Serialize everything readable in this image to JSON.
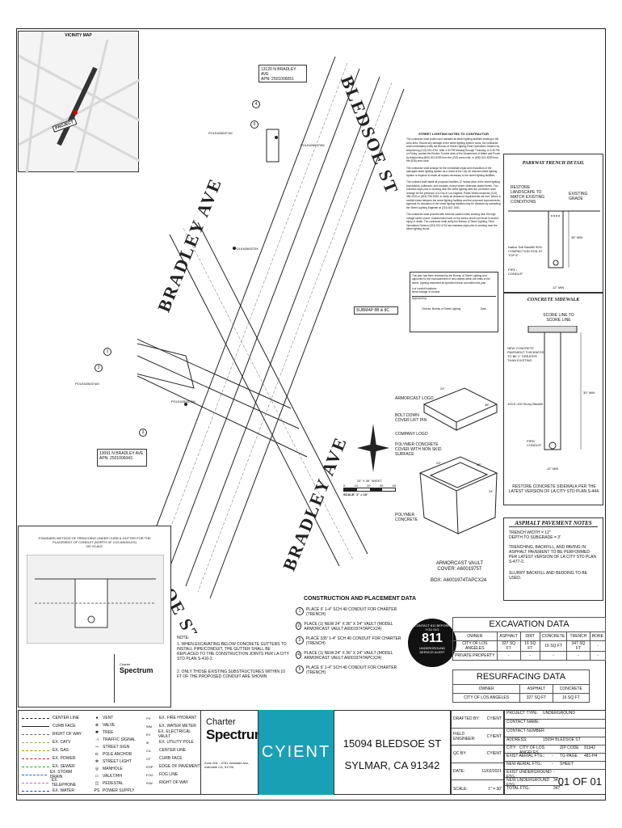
{
  "vicinity": {
    "title": "VICINITY MAP",
    "pin_label": "PROJECT"
  },
  "parcels": {
    "north": {
      "addr": "13120 N BRADLEY AVE",
      "apn": "APN: 2501006051"
    },
    "south": {
      "addr": "13091 N BRADLEY AVE",
      "apn": "APN: 2501006043"
    }
  },
  "streets": {
    "bledsoe": "BLEDSOE ST",
    "bradley": "BRADLEY AVE"
  },
  "markers": [
    "1",
    "2",
    "3",
    "4",
    "5"
  ],
  "pole_labels": [
    "POLE#286371M",
    "POLE#286370M",
    "POLE#286372M",
    "POLE#286374M",
    "POLE#286373M"
  ],
  "submap": "SUBMAP 8B & 8C",
  "street_notes": {
    "title": "STREET LIGHTING NOTES TO CONTRACTOR",
    "paragraphs": [
      "The contractor shall protect and maintain all street lighting facilities existing in the work area. Should any damage to the street lighting system occur, the contractor shall immediately notify the Bureau of Street Lighting Field Operations Division by telephoning (213) 913-4744. After 4:30 PM Monday through Thursday, or 3:30 PM on Friday, contact the Electric Trouble desk of the Department of Water and Power by telephoning (800) 821-8259 from the (213) area code, or (800) 821-8259 from the (818) area code.",
      "The contractor shall arrange for the immediate repair and restoration of the damaged street lighting system as a result of the City. All restored street lighting system is required to make all repairs necessary to the street lighting facilities.",
      "The contract shall install all proposed facilities 12 inches clear of the street lighting foundations, pullboxes, and conduits, except where otherwise stated herein. Two business days prior to working near the street lighting sites the contractor shall arrange for the presence of a City of Los Angeles, Public Works Inspector (213) 485-0000 or (818) 756-9185, to verify all clearance requirements are met. Where a conflict exists between the street lighting facilities and the proposed improvements, approval for relocation of the street lighting facilities may be obtained by contacting the Street Lighting Engineer at (213) 847-1551.",
      "The contractor shall proceed with extreme caution when working near the high voltage series circuit. Unauthorized work on the series circuit can result in severe injury or death. The contractor shall notify the Bureau of Street Lighting, Field Operations Division (323) 913-4744 two business days prior to working near the street lighting circuit."
    ],
    "review": "This plan has been reviewed by the Bureau of Street Lighting and approved for the encroachment of new utilities within the limits of the street. Lighting easement as specified herein and within this plan.",
    "conduit": "# of conduit locations:",
    "footage": "linear footage of conduit:",
    "approved": "Approved by:",
    "director": "Director, Bureau of Street Lighting",
    "date": "Date"
  },
  "parkway": {
    "title": "PARKWAY TRENCH DETAIL",
    "restore": "RESTORE LANDSCAPE TO MATCH EXISTING CONDITIONS",
    "existing": "EXISTING GRADE",
    "native": "Native Soil Backfill 90% COMPACTION SOIL AT TOP 6\"",
    "pipe": "PIPE / CONDUIT",
    "width": "12\" MIN",
    "depth": "36\" MIN"
  },
  "sidewalk": {
    "title": "CONCRETE SIDEWALK",
    "score": "SCORE LINE TO SCORE LINE",
    "new_concrete": "NEW CONCRETE PAVEMENT THICKNESS TO BE 1\" GREATER THAN EXISTING",
    "slurry": "100-E-100 Slurry Backfill",
    "pipe": "PIPE/ CONDUIT",
    "width": "12\" MIN",
    "depth": "30\" MIN",
    "restore": "RESTORE CONCRETE SIDEWALK PER THE LATEST VERSION OF LA CITY STD PLAN S-444."
  },
  "asphalt": {
    "title": "ASPHALT PAVEMENT NOTES",
    "lines": [
      "TRENCH WIDTH = 12\"",
      "DEPTH TO SUBGRADE = 3'",
      "TRENCHING, BACKFILL, AND PAVING IN ASPHALT PAVEMENT TO BE PERFORMED PER LATEST VERSION OF LA CITY STD PLAN S-477-2.",
      "SLURRY BACKFILL AND BEDDING TO BE USED."
    ]
  },
  "vault": {
    "labels": [
      "ARMORCAST LOGO",
      "BOLT DOWN COVER LIFT PIN",
      "COMPANY LOGO",
      "POLYMER CONCRETE COVER WITH NON SKID SURFACE",
      "POLYMER CONCRETE"
    ],
    "dims": [
      "24\"",
      "36\"",
      "24\"",
      "36\"",
      "24\""
    ],
    "cover": "ARMORCAST VAULT COVER: A6001975T",
    "box": "BOX: A6001974TAPCX24"
  },
  "scale": {
    "sheet": "24\" X 36\" SHEET",
    "ticks": [
      "0",
      "10",
      "20",
      "30",
      "40"
    ],
    "label": "SCALE: 1\" = 10'"
  },
  "standard": {
    "title": "STANDARD METHOD OF TRENCHING UNDER CURB & GUTTER FOR THE PLACEMENT OF CONDUIT (NORTH OF LOS ANGELES)",
    "scale": "NO SCALE"
  },
  "notes": {
    "title": "NOTE:",
    "items": [
      "1. WHEN EXCAVATING BELOW CONCRETE GUTTERS TO INSTALL PIPE/CONDUIT, THE GUTTER SHALL BE REPLACED TO THE CONSTRUCTION JOINTS PER LA CITY STD PLAN S-410-2.",
      "2. ONLY THOSE EXISTING SUBSTRUCTURES WITHIN 10 FT OF THE PROPOSED CONDUIT ARE SHOWN"
    ]
  },
  "construction": {
    "title": "CONSTRUCTION AND PLACEMENT DATA",
    "items": [
      {
        "n": "1",
        "text": "PLACE 6' 1-4\" SCH 40 CONDUIT FOR CHARTER (TRENCH)"
      },
      {
        "n": "2",
        "text": "PLACE (1) NEW 24\" X 36\" X 24\" VAULT (MODEL ARMORCAST VAULT A6001974TAPCX24)"
      },
      {
        "n": "3",
        "text": "PLACE 335' 1-4\" SCH 40 CONDUIT FOR CHARTER (TRENCH)"
      },
      {
        "n": "4",
        "text": "PLACE (1) NEW 24\" X 36\" X 24\" VAULT (MODEL ARMORCAST VAULT A6001974TAPCX24)"
      },
      {
        "n": "5",
        "text": "PLACE 6' 1-4\" SCH 40 CONDUIT FOR CHARTER (TRENCH)"
      }
    ]
  },
  "badge": {
    "number": "811",
    "top": "CONTACT 811 BEFORE YOU DIG",
    "bottom": "UNDERGROUND SERVICE ALERT"
  },
  "excavation": {
    "title": "EXCAVATION DATA",
    "headers": [
      "OWNER",
      "ASPHALT",
      "DIRT",
      "CONCRETE",
      "TRENCH",
      "BORE"
    ],
    "rows": [
      [
        "CITY OF LOS ANGELES",
        "327 SQ FT",
        "16 SQ FT",
        "16 SQ FT",
        "347 SQ FT",
        "-"
      ],
      [
        "PRIVATE PROPERTY",
        "-",
        "-",
        "-",
        "-",
        "-"
      ]
    ]
  },
  "resurfacing": {
    "title": "RESURFACING DATA",
    "headers": [
      "OWNER",
      "ASPHALT",
      "CONCRETE"
    ],
    "rows": [
      [
        "CITY OF LOS ANGELES",
        "327 SQ FT",
        "16 SQ FT"
      ]
    ]
  },
  "legend": {
    "col1": [
      "CENTER LINE",
      "CURB FACE",
      "RIGHT OF WAY",
      "EX. CATV",
      "EX. GAS",
      "EX. POWER",
      "EX. SEWER",
      "EX. STORM DRAIN",
      "EX. TELEPHONE",
      "EX. WATER"
    ],
    "col2": [
      "VENT",
      "VALVE",
      "TREE",
      "TRAFFIC SIGNAL",
      "STREET SIGN",
      "POLE ANCHOR",
      "STREET LIGHT",
      "MANHOLE",
      "VAULT/HH",
      "PEDESTAL",
      "POWER SUPPLY"
    ],
    "col2_syms": [
      "●",
      "⊗",
      "✱",
      "⊣",
      "⊸",
      "⊏",
      "✻",
      "◎",
      "▭",
      "◫",
      "PS"
    ],
    "col3": [
      "EX. FIRE HYDRANT",
      "EX. WATER METER",
      "EX. ELECTRICAL VAULT",
      "EX. UTILITY POLE",
      "CENTER LINE",
      "CURB FACE",
      "EDGE OF PAVEMENT",
      "FOG LINE",
      "RIGHT OF WAY"
    ],
    "col3_syms": [
      "FH",
      "WM",
      "EV",
      "⊕",
      "C/L",
      "CF",
      "EOP",
      "FOG",
      "R/W"
    ]
  },
  "brand": {
    "charter": "Charter",
    "spectrum": "Spectrum",
    "address": "Zone 001 - 4781 Irwindale Ave, Irwindale CA, 91706",
    "cyient": "CYIENT"
  },
  "project": {
    "address1": "15094 BLEDSOE ST",
    "address2": "SYLMAR, CA 91342"
  },
  "titleblock": {
    "left": [
      [
        "DRAFTED BY:",
        "CYIENT"
      ],
      [
        "FIELD ENGINEER:",
        "CYIENT"
      ],
      [
        "QC BY:",
        "CYIENT"
      ],
      [
        "DATE:",
        "11/02/2021"
      ],
      [
        "SCALE:",
        "1\" = 30'"
      ]
    ],
    "project_type": [
      "PROJECT TYPE:",
      "UNDERGROUND"
    ],
    "contact_name": "CONTACT NAME:",
    "contact_number": "CONTACT NUMBER:",
    "address": [
      "ADDRESS:",
      "15094 BLEDSOE ST"
    ],
    "city": [
      "CITY:",
      "CITY OF LOS ANGELES",
      "ZIP CODE",
      "91342"
    ],
    "aerial": [
      "EXIST AERIAL FTG.:",
      "-",
      "TG PAGE",
      "481-H4"
    ],
    "new_aerial": [
      "NEW AERIAL FTG.:",
      "-",
      "SHEET:"
    ],
    "exist_ug": [
      "EXIST UNDERGROUND FTG.:",
      "-"
    ],
    "new_ug": [
      "NEW UNDERGROUND FTG:",
      "347"
    ],
    "total": [
      "TOTAL FTG.:",
      "347"
    ],
    "sheet": "01 OF 01"
  },
  "colors": {
    "cyient": "#1aa0b4",
    "line": "#222222"
  }
}
